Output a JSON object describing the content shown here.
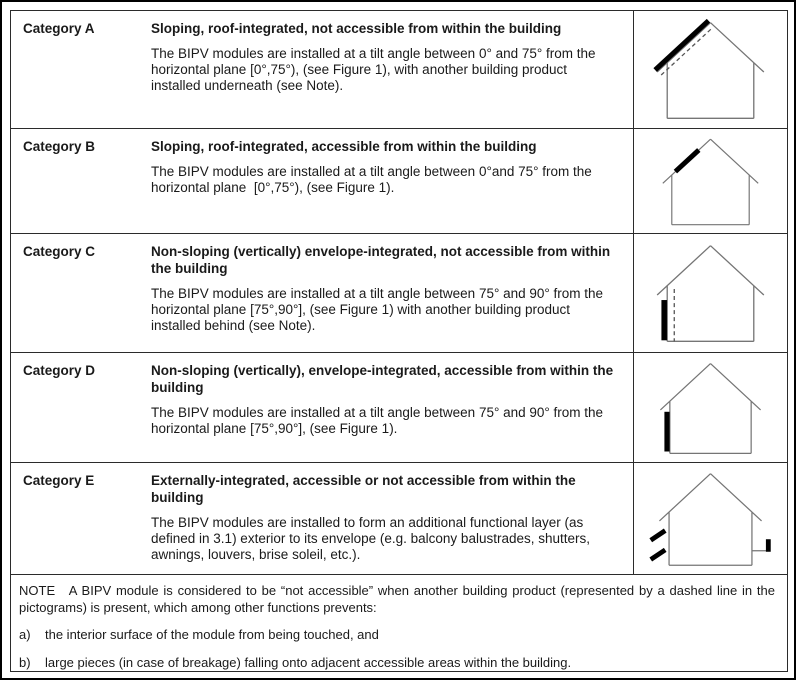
{
  "colors": {
    "table_border": "#2b2b2b",
    "house_outline": "#757575",
    "module_color": "#000000",
    "dashed_color": "#555555"
  },
  "table": {
    "rows": [
      {
        "category": "Category A",
        "title": "Sloping, roof-integrated, not accessible from within the building",
        "description": "The BIPV modules are installed at a tilt angle between 0° and 75° from the horizontal plane [0°,75°), (see Figure 1), with another building product installed underneath (see Note).",
        "pictogram": "house-sloped-roof-module-with-dashed-underlayer"
      },
      {
        "category": "Category B",
        "title": "Sloping, roof-integrated, accessible from within the building",
        "description": "The BIPV modules are installed at a tilt angle between 0°and 75° from the horizontal plane  [0°,75°), (see Figure 1).",
        "pictogram": "house-sloped-roof-module"
      },
      {
        "category": "Category C",
        "title": "Non-sloping (vertically) envelope-integrated, not accessible from within the building",
        "description": "The BIPV modules are installed at a tilt angle between 75° and 90° from the horizontal plane [75°,90°], (see Figure 1) with another building product installed behind (see Note).",
        "pictogram": "house-vertical-wall-module-with-dashed-backing"
      },
      {
        "category": "Category D",
        "title": "Non-sloping (vertically), envelope-integrated, accessible from within the building",
        "description": "The BIPV modules are installed at a tilt angle between 75° and 90° from the horizontal plane [75°,90°], (see Figure 1).",
        "pictogram": "house-vertical-wall-module"
      },
      {
        "category": "Category E",
        "title": "Externally-integrated, accessible or not accessible from within the building",
        "description": "The BIPV modules are installed to form an additional functional layer (as defined in 3.1) exterior to its envelope (e.g. balcony balustrades, shutters, awnings, louvers, brise soleil, etc.).",
        "pictogram": "house-external-louvers-and-balcony-module"
      }
    ],
    "note": {
      "intro": "NOTE   A BIPV module is considered to be “not accessible” when another building product (represented by a dashed line in the pictograms) is present, which among other functions prevents:",
      "items": [
        {
          "label": "a)",
          "text": "the interior surface of the module from being touched, and"
        },
        {
          "label": "b)",
          "text": "large pieces (in case of breakage) falling onto adjacent accessible areas within the building."
        }
      ]
    }
  }
}
